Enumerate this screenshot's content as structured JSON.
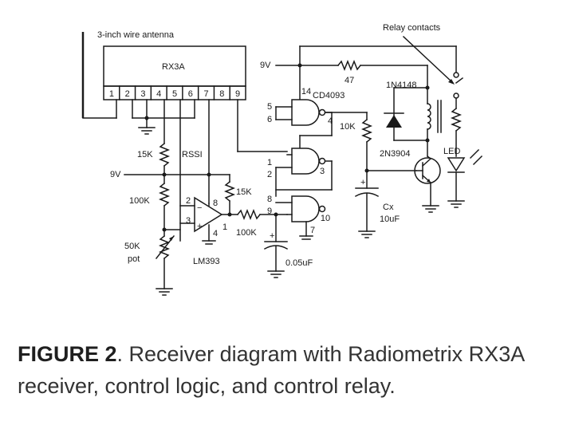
{
  "labels": {
    "antenna": "3-inch wire antenna",
    "rx_module": "RX3A",
    "relay_contacts": "Relay contacts",
    "v9_top": "9V",
    "v9_left": "9V",
    "r47": "47",
    "diode": "1N4148",
    "cd4093": "CD4093",
    "r10k": "10K",
    "transistor": "2N3904",
    "r15k_left": "15K",
    "rssi": "RSSI",
    "r15k_mid": "15K",
    "r100k_left": "100K",
    "r100k_mid": "100K",
    "cx": "Cx",
    "cx_val": "10uF",
    "pot": "50K",
    "pot2": "pot",
    "lm393": "LM393",
    "c005": "0.05uF",
    "led": "LED"
  },
  "rx_pins": [
    "1",
    "2",
    "3",
    "4",
    "5",
    "6",
    "7",
    "8",
    "9"
  ],
  "pins": {
    "p14": "14",
    "p5": "5",
    "p6": "6",
    "p4": "4",
    "p1": "1",
    "p2": "2",
    "p3": "3",
    "p8": "8",
    "p9": "9",
    "p10": "10",
    "p7": "7",
    "op2": "2",
    "op3": "3",
    "op8": "8",
    "op4": "4",
    "op1": "1"
  },
  "caption": {
    "figure": "FIGURE 2",
    "text": ". Receiver diagram with Radiometrix RX3A receiver, control logic, and control relay."
  }
}
